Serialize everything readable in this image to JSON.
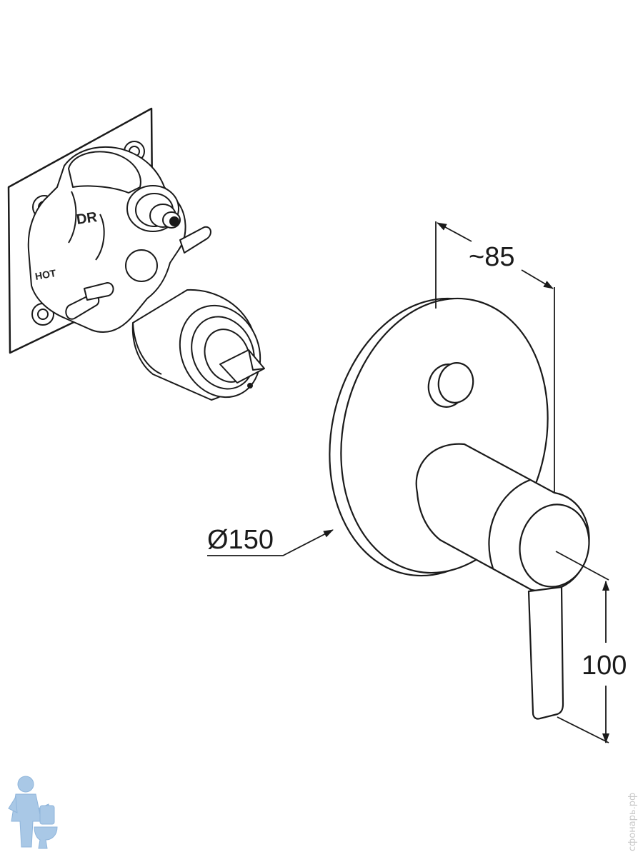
{
  "drawing": {
    "dimensions": {
      "depth": "~85",
      "plate_diameter": "Ø150",
      "lever_length": "100"
    },
    "body_labels": {
      "top_port": "DR",
      "side_port": "HOT"
    },
    "watermark": {
      "logo_icon": "plumber-with-toilet-icon",
      "text": "сфонарь.рф"
    },
    "colors": {
      "line": "#1a1a1a",
      "background": "#ffffff",
      "watermark": "#a9c8e6"
    }
  }
}
